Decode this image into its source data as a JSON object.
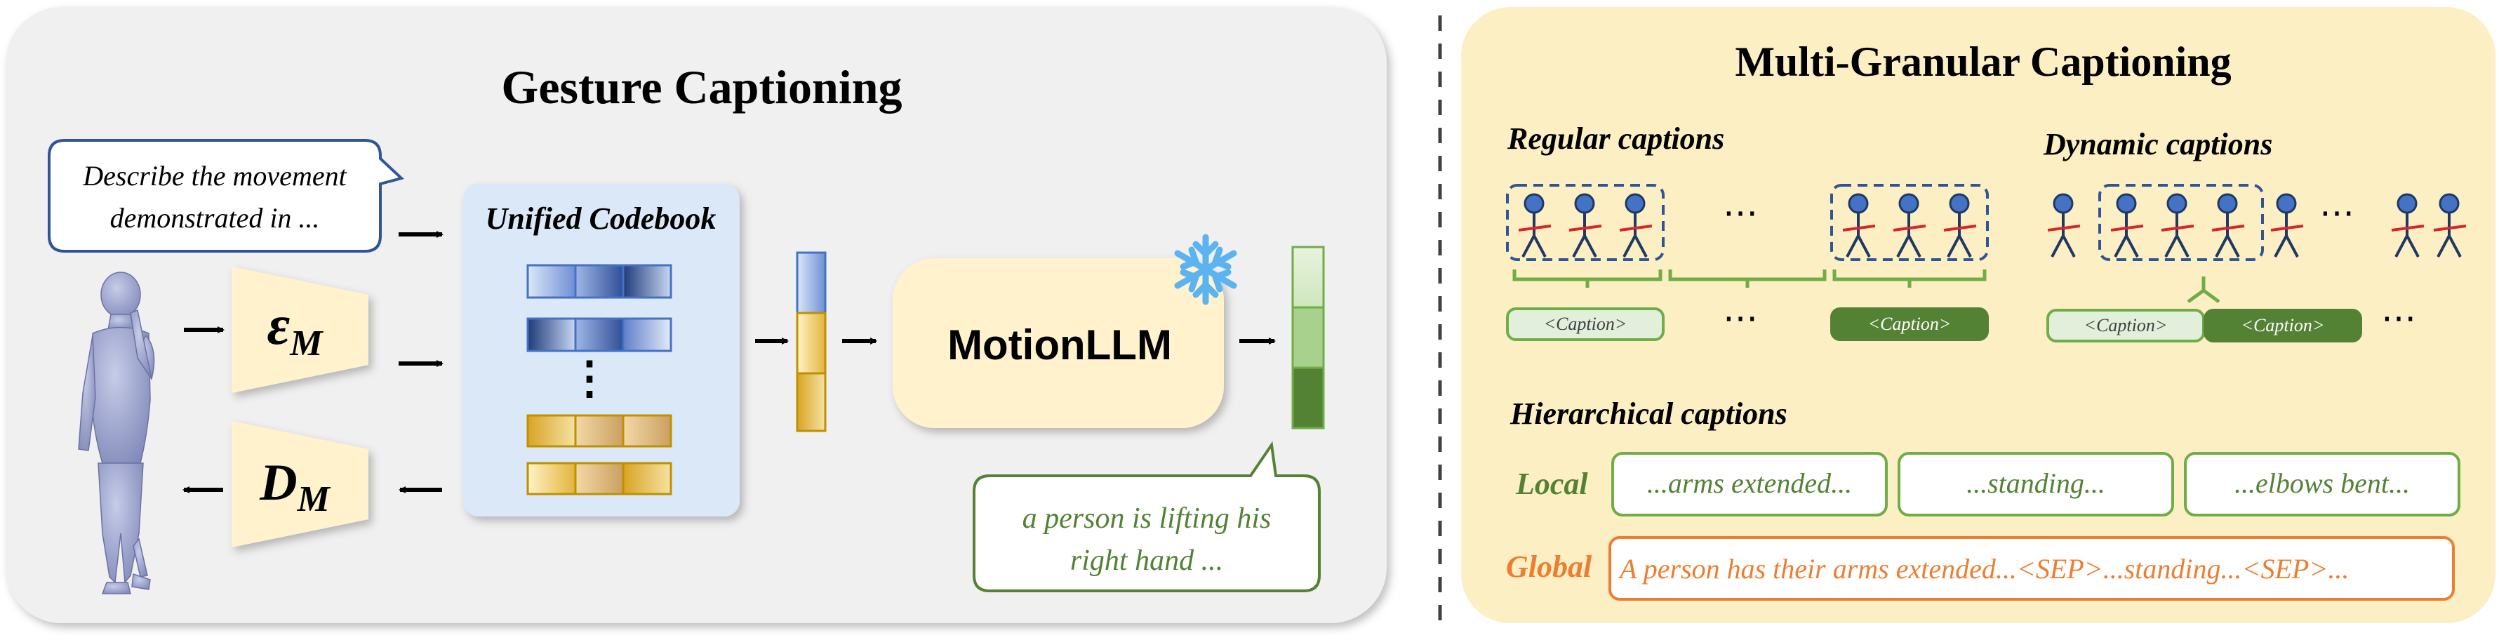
{
  "left_panel": {
    "title": "Gesture Captioning",
    "prompt_line1": "Describe the movement",
    "prompt_line2": "demonstrated in ...",
    "codebook_title": "Unified Codebook",
    "encoder_symbol": "ε",
    "encoder_subscript": "M",
    "decoder_symbol": "D",
    "decoder_subscript": "M",
    "model_label": "MotionLLM",
    "output_line1": "a person is lifting his",
    "output_line2": "right hand ...",
    "ellipsis_vertical": "⋮"
  },
  "right_panel": {
    "title": "Multi-Granular Captioning",
    "regular_title": "Regular captions",
    "dynamic_title": "Dynamic captions",
    "caption_tag": "<Caption>",
    "ellipsis": "⋯",
    "hierarchical_title": "Hierarchical captions",
    "local_label": "Local",
    "global_label": "Global",
    "local_captions": [
      "...arms extended...",
      "...standing...",
      "...elbows bent..."
    ],
    "global_caption": "A person has their arms extended...<SEP>...standing...<SEP>..."
  },
  "colors": {
    "left_bg": "#f0f0f0",
    "right_bg": "#fcefc4",
    "blue": "#2f5597",
    "green": "#548235",
    "orange": "#ed7d31",
    "yellow_box": "#fff2cc",
    "codebook_bg": "#dae8f8"
  }
}
